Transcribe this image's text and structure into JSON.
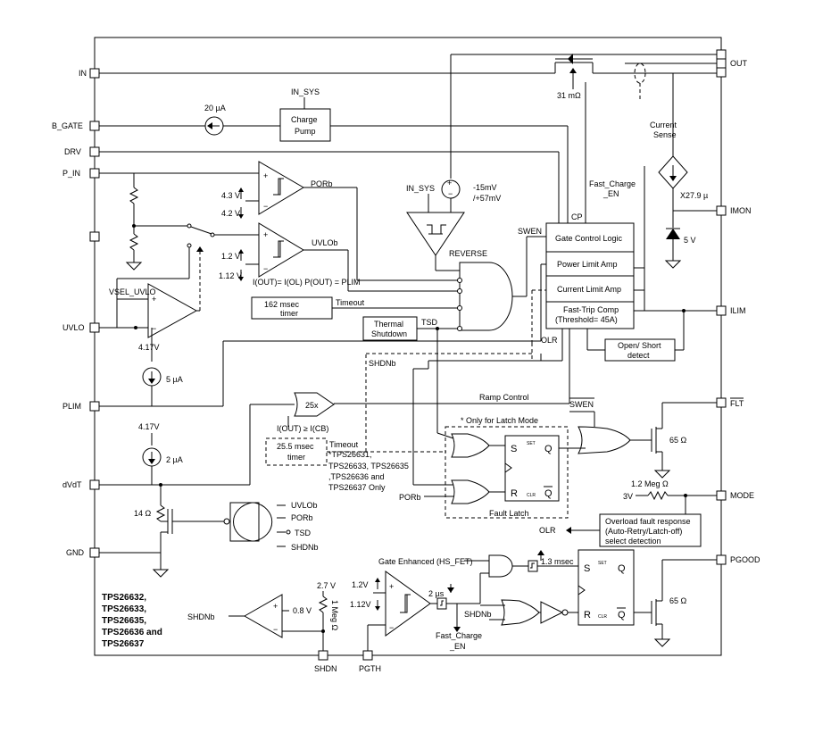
{
  "pins": {
    "in": "IN",
    "b_gate": "B_GATE",
    "drv": "DRV",
    "p_in": "P_IN",
    "uvlo": "UVLO",
    "plim": "PLIM",
    "dvdt": "dVdT",
    "gnd": "GND",
    "out": "OUT",
    "imon": "IMON",
    "ilim": "ILIM",
    "flt": "FLT",
    "mode": "MODE",
    "pgood": "PGOOD",
    "shdn": "SHDN",
    "pgth": "PGTH"
  },
  "blocks": {
    "charge_pump": [
      "Charge",
      "Pump"
    ],
    "gate_control_logic": "Gate Control Logic",
    "power_limit_amp": "Power Limit Amp",
    "current_limit_amp": "Current Limit Amp",
    "fast_trip_comp": [
      "Fast-Trip Comp",
      "(Threshold= 45A)"
    ],
    "open_short_detect": [
      "Open/ Short",
      "detect"
    ],
    "thermal_shutdown": [
      "Thermal",
      "Shutdown"
    ],
    "timer_162": [
      "162 msec",
      "timer"
    ],
    "timer_25": [
      "25.5 msec",
      "timer"
    ],
    "overload": [
      "Overload fault response",
      "(Auto-Retry/Latch-off)",
      "select detection"
    ],
    "fault_latch": "Fault Latch",
    "latch_note": "* Only for Latch Mode"
  },
  "labels": {
    "in_sys_top": "IN_SYS",
    "in_sys_mid": "IN_SYS",
    "i20ua": "20 µA",
    "i5ua": "5 µA",
    "i2ua": "2 µA",
    "v417a": "4.17V",
    "v417b": "4.17V",
    "porb": "PORb",
    "uvlob": "UVLOb",
    "v43": "4.3 V",
    "v42": "4.2 V",
    "v12": "1.2 V",
    "v112": "1.12 V",
    "vsel": "VSEL_UVLO",
    "iout_eq": "I(OUT)= I(OL) P(OUT) = PLIM",
    "timeout1": "Timeout",
    "timeout2": "Timeout",
    "tsd": "TSD",
    "reverse": "REVERSE",
    "swen": "SWEN",
    "swen_bar": "SWEN",
    "cp": "CP",
    "fast_charge_en_top": [
      "Fast_Charge",
      "_EN"
    ],
    "vrev": [
      "-15mV",
      "/+57mV"
    ],
    "rdson": "31 mΩ",
    "current_sense": [
      "Current",
      "Sense"
    ],
    "gain": "X27.9 µ",
    "zener": "5 V",
    "shdnb_mid": "SHDNb",
    "olr_top": "OLR",
    "olr_bot": "OLR",
    "ramp_control": "Ramp Control",
    "gain25x": "25x",
    "iout_ge": "I(OUT) ≥ I(CB)",
    "parts_note": [
      "*TPS26631,",
      "TPS26633, TPS26635",
      ",TPS26636 and",
      "TPS26637 Only"
    ],
    "porb2": "PORb",
    "r65a": "65 Ω",
    "r65b": "65 Ω",
    "r12meg": "1.2 Meg Ω",
    "v3": "3V",
    "r14": "14 Ω",
    "and_uvlob": "UVLOb",
    "and_porb": "PORb",
    "and_tsd": "TSD",
    "and_shdnb": "SHDNb",
    "gate_enh": "Gate Enhanced (HS_FET)",
    "t13": "1.3 msec",
    "t2us": "2 µs",
    "v12b": "1.2V",
    "v112b": "1.12V",
    "v27": "2.7 V",
    "r1meg": "1 Meg Ω",
    "v08": "0.8 V",
    "shdnb_in": "SHDNb",
    "shdnb_low": "SHDNb",
    "fast_charge_en_bot": [
      "Fast_Charge",
      "_EN"
    ],
    "ff_s": "S",
    "ff_r": "R",
    "ff_q": "Q",
    "ff_qb": "Q",
    "ff_set": "SET",
    "ff_clr": "CLR",
    "ff2_s": "S",
    "ff2_r": "R",
    "ff2_q": "Q",
    "ff2_qb": "Q",
    "ff2_set": "SET",
    "ff2_clr": "CLR"
  },
  "part_list": [
    "TPS26632,",
    "TPS26633,",
    "TPS26635,",
    "TPS26636 and",
    "TPS26637"
  ]
}
